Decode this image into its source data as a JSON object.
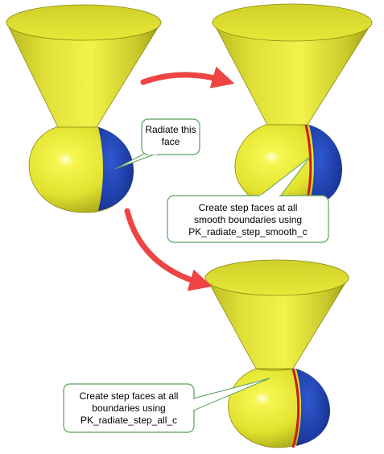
{
  "callouts": {
    "radiate": "Radiate this\nface",
    "step_smooth": "Create step faces at all\nsmooth boundaries using\nPK_radiate_step_smooth_c",
    "step_all": "Create step faces at all\nboundaries using\nPK_radiate_step_all_c"
  },
  "colors": {
    "body": "#e8e830",
    "body_shade": "#a8a818",
    "face": "#1f3fa8",
    "step_edge": "#cc1a1a",
    "arrow": "#ef4444",
    "callout_border": "#5aa05a",
    "callout_fill": "#ffffff"
  }
}
